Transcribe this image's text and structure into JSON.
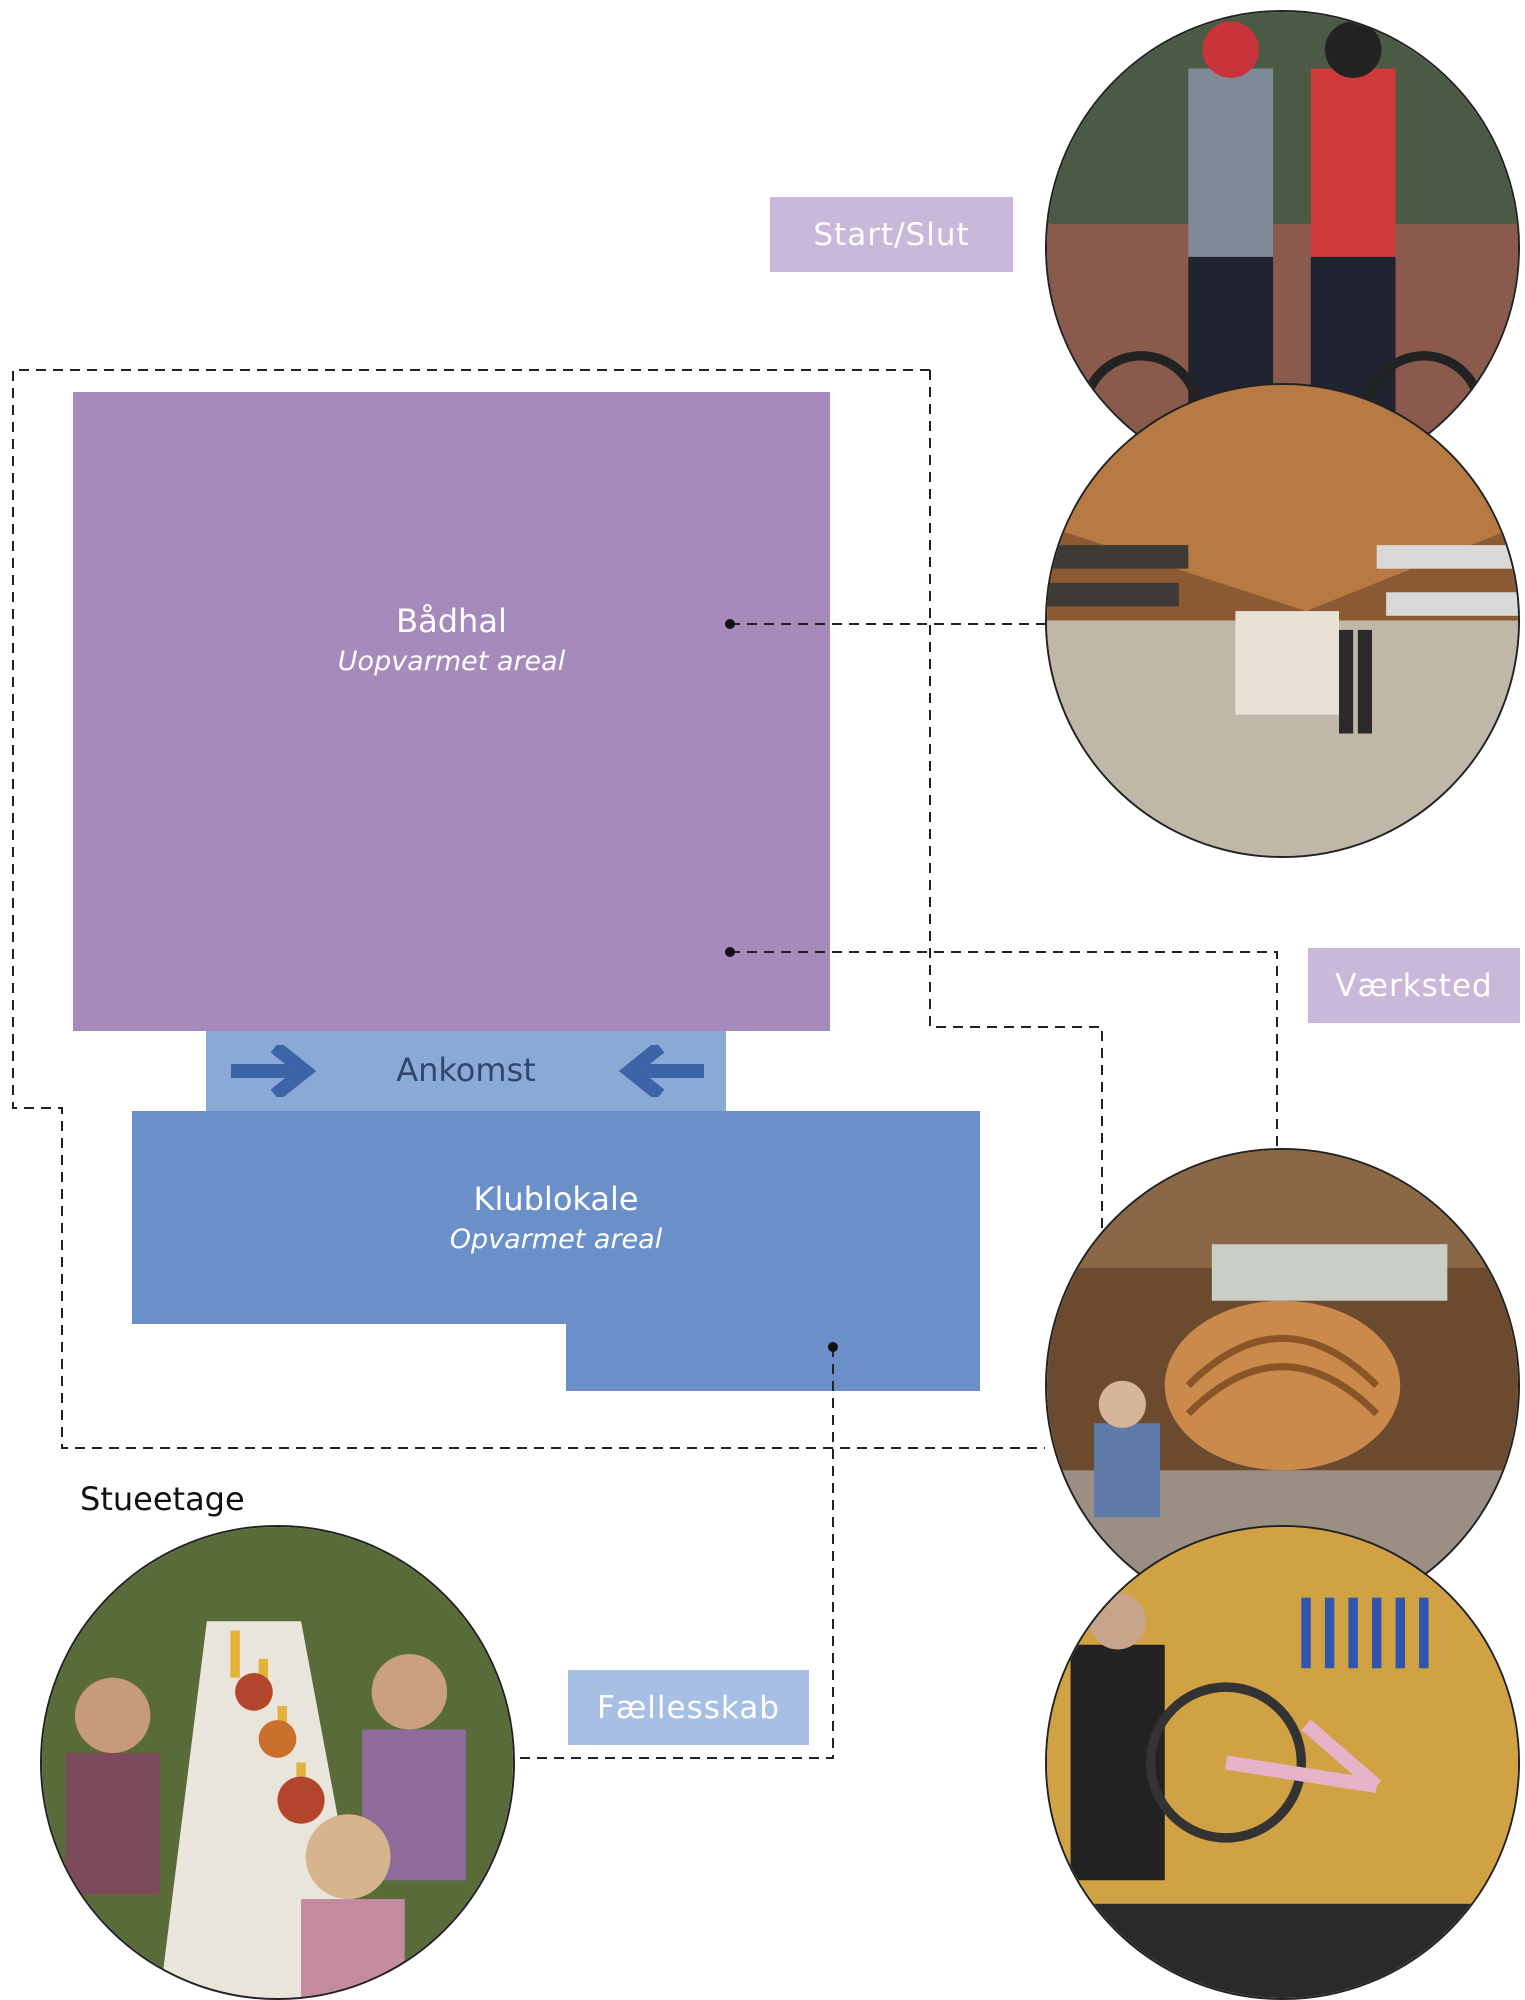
{
  "rooms": {
    "boathall": {
      "title": "Bådhal",
      "subtitle": "Uopvarmet areal",
      "color": "#a68abb"
    },
    "arrival": {
      "title": "Ankomst",
      "color": "#8aaad6"
    },
    "clubroom": {
      "title": "Klublokale",
      "subtitle": "Opvarmet areal",
      "color": "#6b8fc8"
    }
  },
  "tags": {
    "start_slut": "Start/Slut",
    "vaerksted": "Værksted",
    "faellesskab": "Fællesskab"
  },
  "floor_label": "Stueetage",
  "colors": {
    "purple_tag": "#c9b8d9",
    "blue_tag": "#a7bfe3",
    "arrow": "#3d63a8",
    "line": "#222222"
  },
  "photos": [
    {
      "subject": "cyclists"
    },
    {
      "subject": "boat-hall-interior"
    },
    {
      "subject": "boat-workshop"
    },
    {
      "subject": "community-dinner"
    },
    {
      "subject": "bike-workshop"
    }
  ]
}
